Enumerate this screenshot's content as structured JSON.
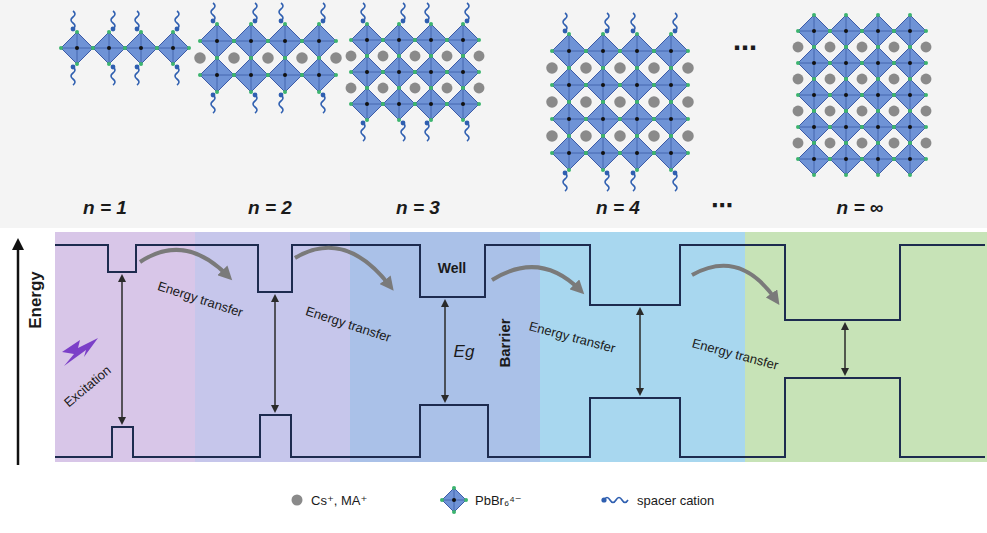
{
  "diagram": {
    "labels": [
      "n = 1",
      "n = 2",
      "n = 3",
      "n = 4",
      "⋯",
      "n = ∞",
      "⋯",
      "Energy",
      "Excitation",
      "Energy transfer",
      "Energy transfer",
      "Energy transfer",
      "Energy transfer",
      "Well",
      "Barrier",
      "Eg"
    ],
    "legend": [
      {
        "text": "Cs⁺, MA⁺",
        "color": "#8a8a8a"
      },
      {
        "text": "PbBr₆⁴⁻"
      },
      {
        "text": "spacer cation"
      }
    ]
  }
}
